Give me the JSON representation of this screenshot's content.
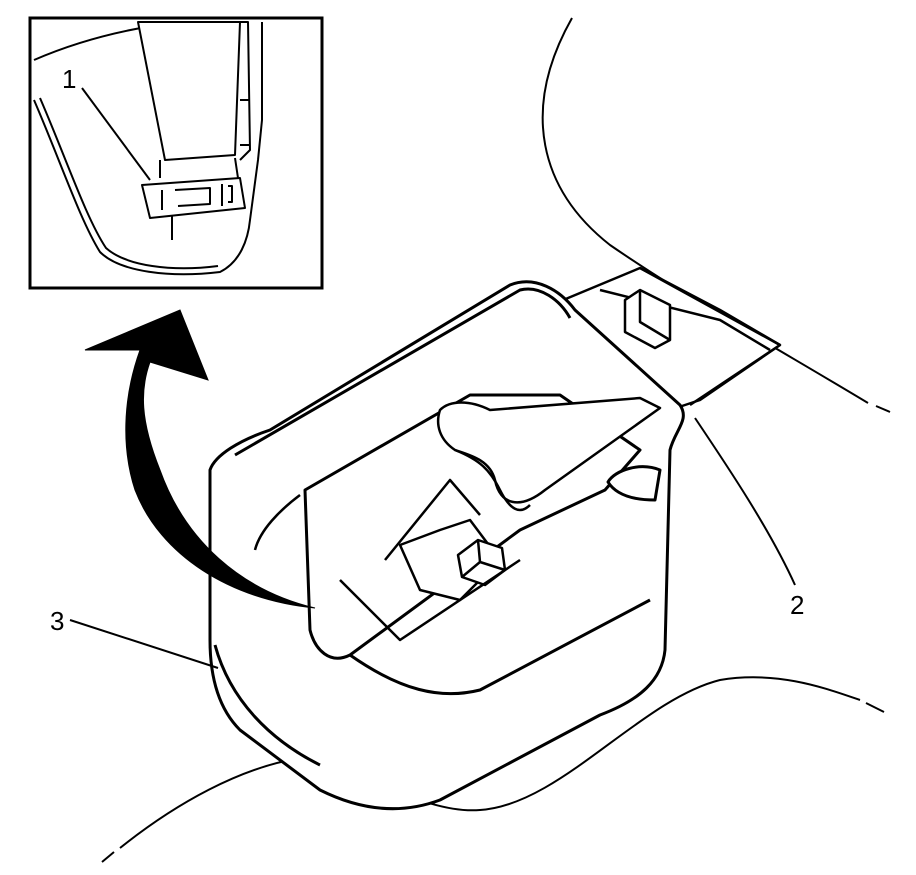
{
  "diagram": {
    "callouts": [
      {
        "id": "1",
        "label": "1"
      },
      {
        "id": "2",
        "label": "2"
      },
      {
        "id": "3",
        "label": "3"
      }
    ],
    "colors": {
      "line": "#000000",
      "fill": "#ffffff",
      "arrow": "#000000"
    },
    "icons": {
      "removal-arrow": "curved-arrow-up-left"
    }
  }
}
